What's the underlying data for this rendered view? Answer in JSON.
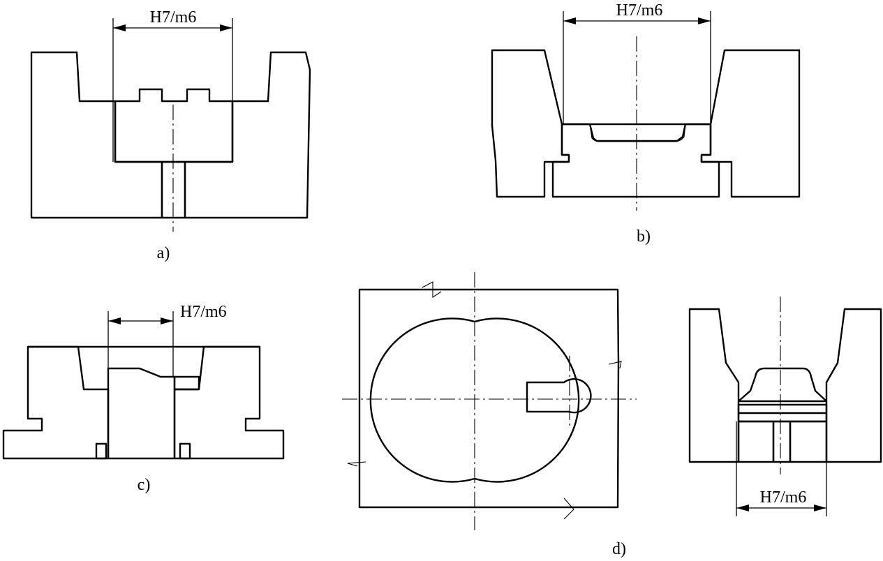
{
  "figures": [
    {
      "id": "a",
      "caption": "a)",
      "fit": "H7/m6"
    },
    {
      "id": "b",
      "caption": "b)",
      "fit": "H7/m6"
    },
    {
      "id": "c",
      "caption": "c)",
      "fit": "H7/m6"
    },
    {
      "id": "d",
      "caption": "d)",
      "fit": "H7/m6"
    }
  ]
}
